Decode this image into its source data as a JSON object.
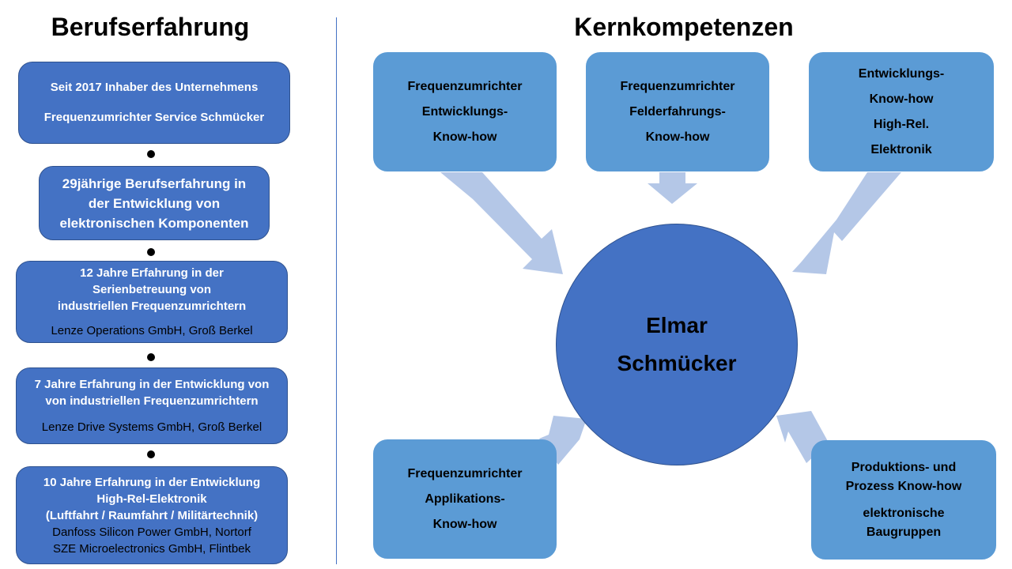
{
  "left": {
    "title": "Berufserfahrung",
    "entries": [
      {
        "lines": [
          "Seit 2017 Inhaber des Unternehmens",
          "Frequenzumrichter Service Schmücker"
        ],
        "company": []
      },
      {
        "lines": [
          "29jährige Berufserfahrung  in",
          "der Entwicklung  von",
          "elektronischen  Komponenten"
        ],
        "company": []
      },
      {
        "lines": [
          "12 Jahre  Erfahrung in der",
          "Serienbetreuung von",
          "industriellen Frequenzumrichtern"
        ],
        "company": [
          "Lenze Operations GmbH, Groß Berkel"
        ]
      },
      {
        "lines": [
          "7 Jahre  Erfahrung in der Entwicklung von",
          "von industriellen  Frequenzumrichtern"
        ],
        "company": [
          "Lenze Drive Systems GmbH, Groß Berkel"
        ]
      },
      {
        "lines": [
          "10 Jahre  Erfahrung in der Entwicklung",
          "High-Rel-Elektronik",
          "(Luftfahrt / Raumfahrt / Militärtechnik)"
        ],
        "company": [
          "Danfoss Silicon Power GmbH, Nortorf",
          "SZE Microelectronics GmbH, Flintbek"
        ]
      }
    ]
  },
  "right": {
    "title": "Kernkompetenzen",
    "center": [
      "Elmar",
      "Schmücker"
    ],
    "boxes": [
      {
        "lines": [
          "Frequenzumrichter",
          "Entwicklungs-",
          "Know-how"
        ]
      },
      {
        "lines": [
          "Frequenzumrichter",
          "Felderfahrungs-",
          "Know-how"
        ]
      },
      {
        "lines": [
          "Entwicklungs-",
          "Know-how",
          "High-Rel.",
          "Elektronik"
        ]
      },
      {
        "lines": [
          "Frequenzumrichter",
          "Applikations-",
          "Know-how"
        ]
      },
      {
        "lines": [
          "Produktions-  und",
          "Prozess  Know-how",
          "",
          "elektronische",
          "Baugruppen"
        ]
      }
    ]
  },
  "colors": {
    "dark_box": "#4472c4",
    "light_box": "#5b9bd5",
    "arrow": "#b4c7e7",
    "divider": "#4472c4"
  }
}
